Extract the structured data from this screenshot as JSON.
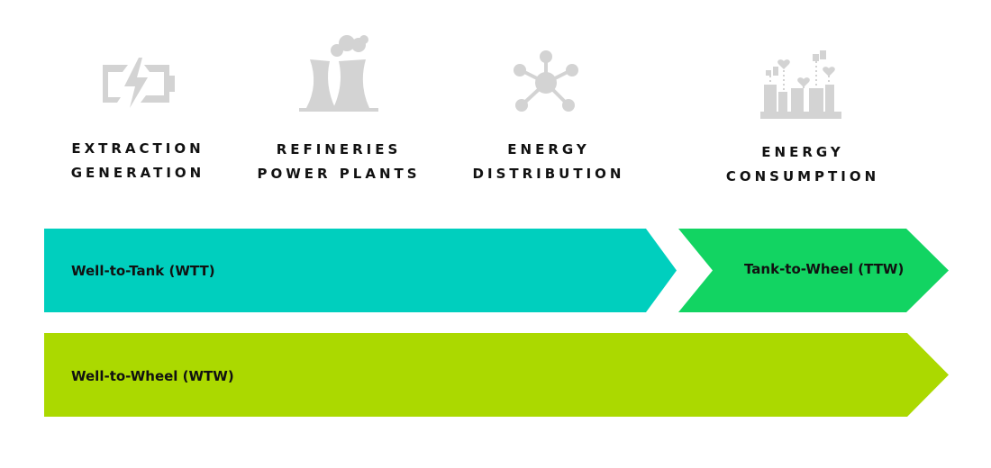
{
  "stages": [
    {
      "line1": "EXTRACTION",
      "line2": "GENERATION",
      "icon": "battery-charging-icon"
    },
    {
      "line1": "REFINERIES",
      "line2": "POWER PLANTS",
      "icon": "power-plant-icon"
    },
    {
      "line1": "ENERGY",
      "line2": "DISTRIBUTION",
      "icon": "network-hub-icon"
    },
    {
      "line1": "ENERGY",
      "line2": "CONSUMPTION",
      "icon": "factory-hearts-icon"
    }
  ],
  "arrows": {
    "wtt": {
      "label": "Well-to-Tank (WTT)",
      "color": "#00CFBE"
    },
    "ttw": {
      "label": "Tank-to-Wheel (TTW)",
      "color": "#12D462"
    },
    "wtw": {
      "label": "Well-to-Wheel (WTW)",
      "color": "#ABD900"
    }
  },
  "colors": {
    "icon_gray": "#D3D3D3",
    "text": "#111111"
  }
}
